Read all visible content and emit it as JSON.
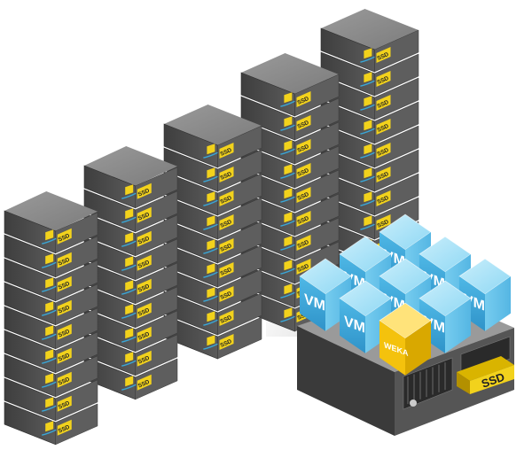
{
  "labels": {
    "ssd": "SSD",
    "vm": "VM",
    "weka": "WEKA"
  },
  "colors": {
    "server_top": "#8a8a8a",
    "server_front": "#4a4a4a",
    "server_side": "#5c5c5c",
    "ssd_yellow": "#f2d21c",
    "vm_blue": "#5cc6ee",
    "weka_gold": "#f4c20d",
    "cable_blue": "#3aa6d6"
  },
  "icons": {
    "server_rack": "server-rack-icon",
    "vm_cube": "vm-cube-icon",
    "weka_cube": "weka-cube-icon",
    "ssd_drive": "ssd-drive-icon"
  }
}
